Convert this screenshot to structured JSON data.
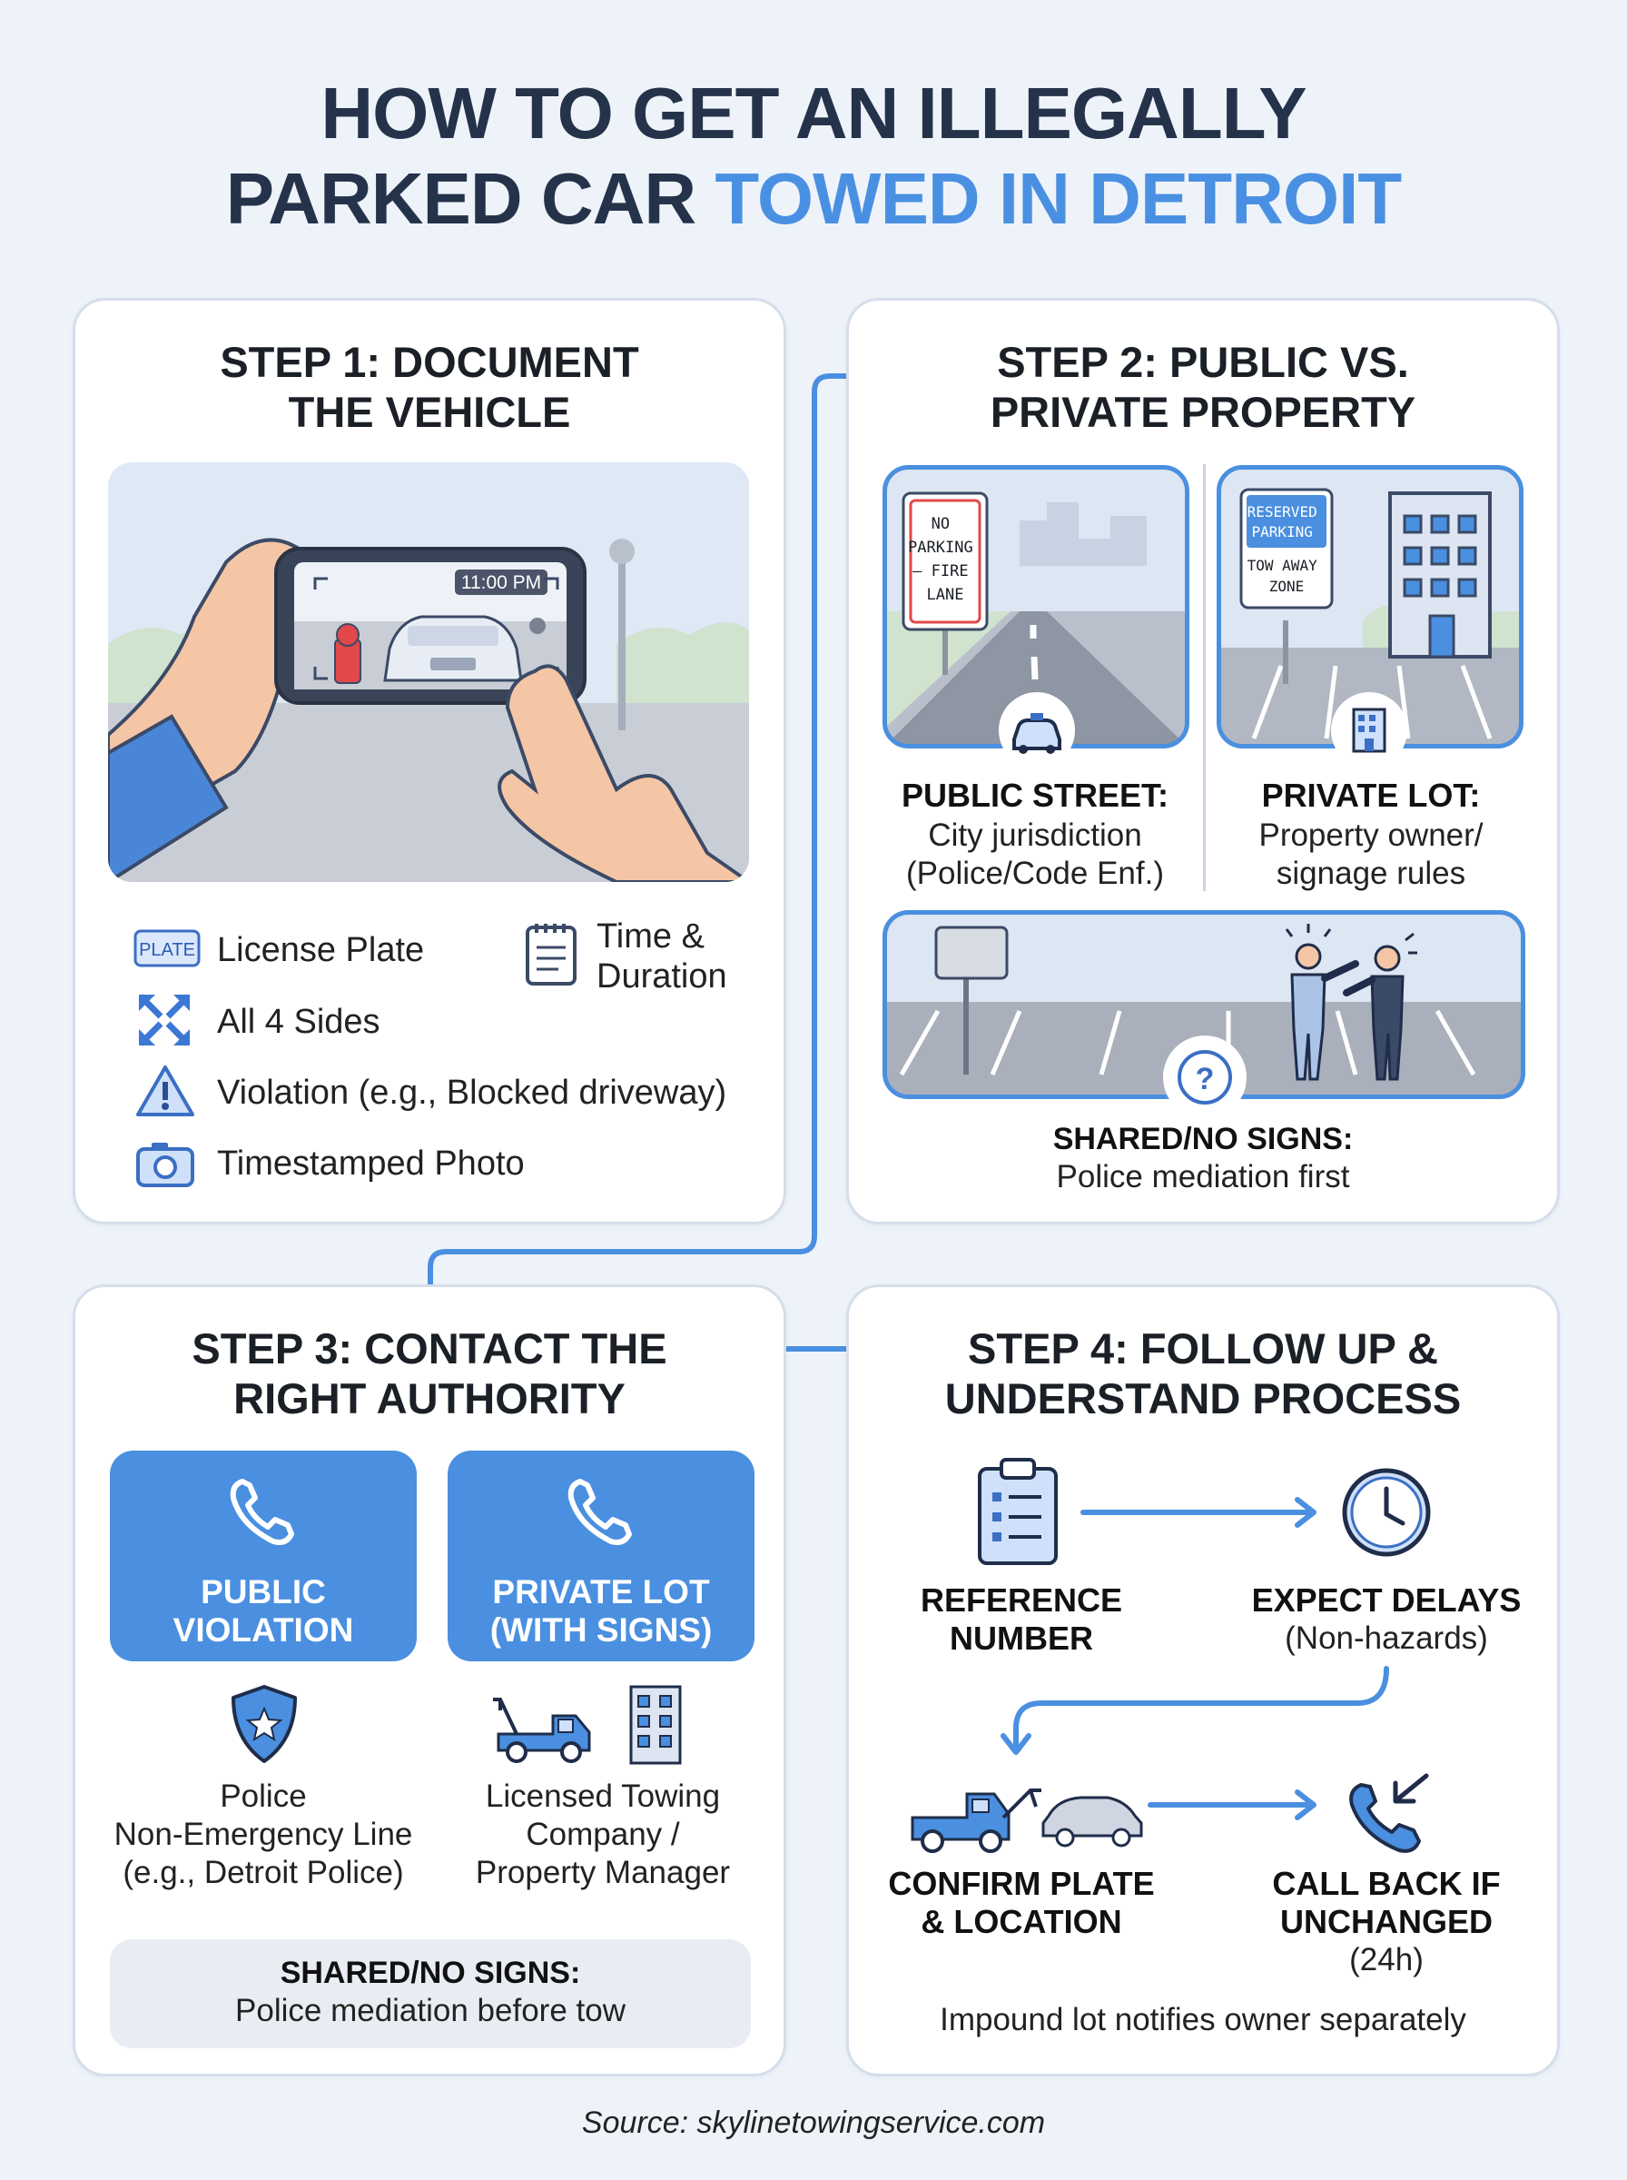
{
  "title": {
    "line1": "HOW TO GET AN ILLEGALLY",
    "line2_plain": "PARKED CAR ",
    "line2_accent": "TOWED IN DETROIT"
  },
  "colors": {
    "accent": "#4a90e2",
    "dark_text": "#25334a",
    "card_border": "#d5deea",
    "background": "#eef3fa"
  },
  "step1": {
    "title_line1": "STEP 1: DOCUMENT",
    "title_line2": "THE VEHICLE",
    "phone_time": "11:00 PM",
    "plate_icon_text": "PLATE",
    "items": [
      {
        "icon": "license-plate-icon",
        "label": "License Plate"
      },
      {
        "icon": "four-sides-arrows-icon",
        "label": "All 4 Sides"
      },
      {
        "icon": "warning-triangle-icon",
        "label": "Violation (e.g., Blocked driveway)"
      },
      {
        "icon": "camera-icon",
        "label": "Timestamped Photo"
      }
    ],
    "time_item": {
      "icon": "notepad-icon",
      "line1": "Time &",
      "line2": "Duration"
    }
  },
  "step2": {
    "title_line1": "STEP 2: PUBLIC VS.",
    "title_line2": "PRIVATE PROPERTY",
    "public_sign": [
      "NO",
      "PARKING",
      "– FIRE",
      "LANE"
    ],
    "private_sign_top": [
      "RESERVED",
      "PARKING"
    ],
    "private_sign_bottom": [
      "TOW AWAY",
      "ZONE"
    ],
    "public": {
      "heading": "PUBLIC STREET:",
      "line1": "City jurisdiction",
      "line2": "(Police/Code Enf.)"
    },
    "private": {
      "heading": "PRIVATE LOT:",
      "line1": "Property owner/",
      "line2": "signage rules"
    },
    "shared": {
      "heading": "SHARED/NO SIGNS:",
      "line1": "Police mediation first"
    }
  },
  "step3": {
    "title_line1": "STEP 3: CONTACT THE",
    "title_line2": "RIGHT AUTHORITY",
    "buttons": [
      {
        "line1": "PUBLIC",
        "line2": "VIOLATION"
      },
      {
        "line1": "PRIVATE LOT",
        "line2": "(WITH SIGNS)"
      }
    ],
    "police": {
      "line1": "Police",
      "line2": "Non-Emergency Line",
      "line3": "(e.g., Detroit Police)"
    },
    "towing": {
      "line1": "Licensed Towing",
      "line2": "Company /",
      "line3": "Property Manager"
    },
    "shared": {
      "heading": "SHARED/NO SIGNS:",
      "line1": "Police mediation before tow"
    }
  },
  "step4": {
    "title_line1": "STEP 4: FOLLOW UP &",
    "title_line2": "UNDERSTAND PROCESS",
    "reference": {
      "line1": "REFERENCE",
      "line2": "NUMBER"
    },
    "delays": {
      "line1": "EXPECT DELAYS",
      "line2": "(Non-hazards)"
    },
    "confirm": {
      "line1": "CONFIRM PLATE",
      "line2": "& LOCATION"
    },
    "callback": {
      "line1": "CALL BACK IF",
      "line2": "UNCHANGED",
      "line3": "(24h)"
    },
    "footer": "Impound lot notifies owner separately"
  },
  "source": "Source: skylinetowingservice.com"
}
